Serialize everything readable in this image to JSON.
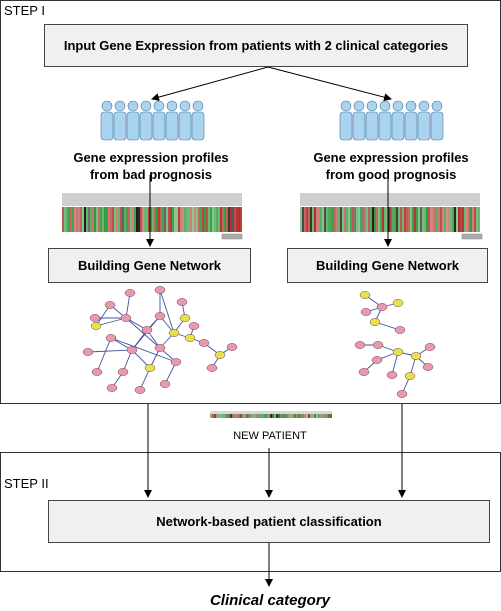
{
  "step1": {
    "label": "STEP I"
  },
  "step2": {
    "label": "STEP II"
  },
  "input_box": {
    "text": "Input Gene Expression from patients with  2 clinical categories"
  },
  "left_group": {
    "caption_line1": "Gene expression profiles",
    "caption_line2": "from bad prognosis",
    "network_box": "Building Gene Network"
  },
  "right_group": {
    "caption_line1": "Gene expression profiles",
    "caption_line2": "from good prognosis",
    "network_box": "Building Gene Network"
  },
  "new_patient": {
    "label": "NEW PATIENT"
  },
  "classification_box": {
    "text": "Network-based patient classification"
  },
  "outcome": {
    "text": "Clinical category"
  },
  "colors": {
    "patient_icon": "#a9d3ee",
    "node_pink": "#e79aae",
    "node_yellow": "#e8e24a",
    "edge": "#3b55a6",
    "heat_red": "#b0302a",
    "heat_green": "#2f9a3a"
  }
}
